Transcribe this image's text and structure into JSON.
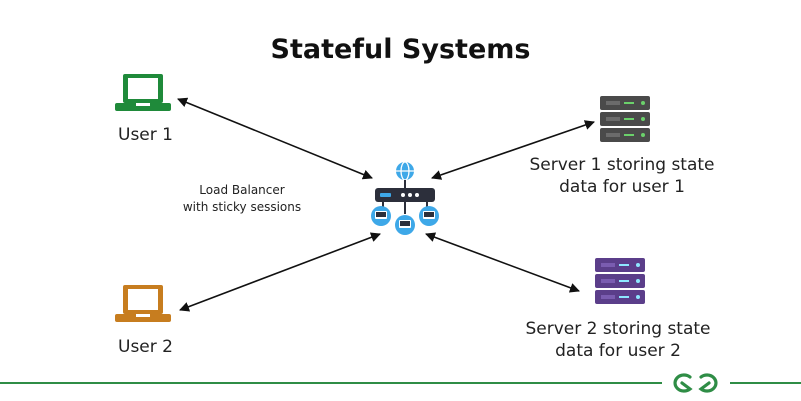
{
  "title": "Stateful Systems",
  "users": [
    {
      "label": "User 1",
      "color": "#1f8a3a"
    },
    {
      "label": "User 2",
      "color": "#c77d1f"
    }
  ],
  "load_balancer": {
    "label_line1": "Load Balancer",
    "label_line2": "with sticky sessions",
    "accent": "#3ea8e8"
  },
  "servers": [
    {
      "label_line1": "Server 1 storing state",
      "label_line2": "data for user 1",
      "color": "#4a4a4a",
      "led": "#6bd16b"
    },
    {
      "label_line1": "Server 2 storing state",
      "label_line2": "data for user 2",
      "color": "#5b3e8a",
      "led": "#8ee8ff"
    }
  ],
  "footer": {
    "logo_icon": "gfg-logo-icon",
    "line_color": "#2f8d46"
  }
}
